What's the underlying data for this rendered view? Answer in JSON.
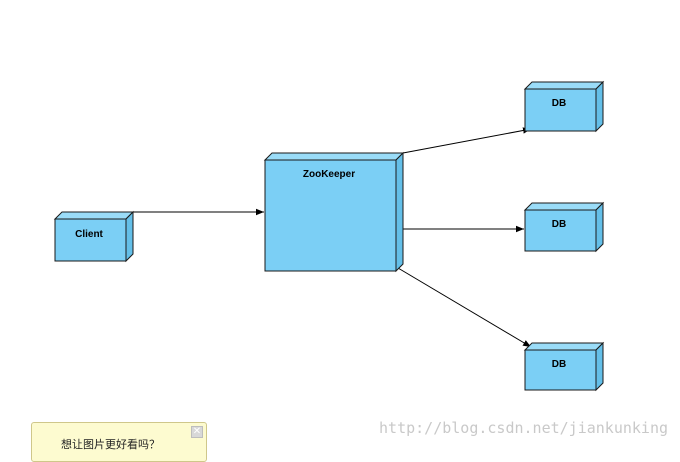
{
  "diagram": {
    "nodes": {
      "client": {
        "label": "Client"
      },
      "zookeeper": {
        "label": "ZooKeeper"
      },
      "db1": {
        "label": "DB"
      },
      "db2": {
        "label": "DB"
      },
      "db3": {
        "label": "DB"
      }
    },
    "edges": [
      {
        "from": "client",
        "to": "zookeeper"
      },
      {
        "from": "zookeeper",
        "to": "db1"
      },
      {
        "from": "zookeeper",
        "to": "db2"
      },
      {
        "from": "zookeeper",
        "to": "db3"
      }
    ],
    "colors": {
      "node_fill": "#7bcff5",
      "node_side": "#64bfe8",
      "node_stroke": "#1a1a1a"
    }
  },
  "watermark": {
    "text": "http://blog.csdn.net/jiankunking"
  },
  "popup": {
    "text": "想让图片更好看吗？",
    "close_icon": "close-icon"
  }
}
